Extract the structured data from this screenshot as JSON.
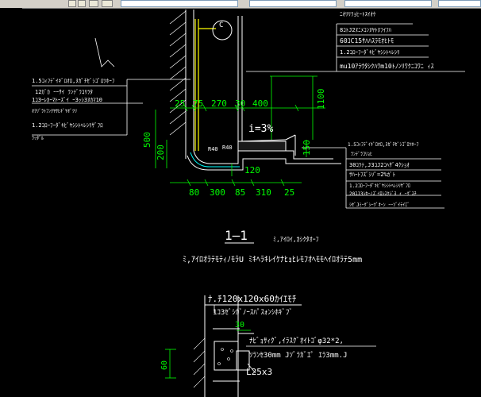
{
  "colors": {
    "background": "#000000",
    "structure": "#ffffff",
    "dimension": "#00ff00",
    "annotation": "#ffffff",
    "accent": "#ffff00",
    "cyan": "#00ffff"
  },
  "toolbar": {
    "icons": [
      "toolbar-button-1",
      "toolbar-button-2",
      "toolbar-button-3",
      "toolbar-button-4"
    ]
  },
  "section_1": {
    "title": "1—1",
    "subtitle": "ﾐ,ｱｲﾛｲ,ｶｼｸﾀｵｰﾌ",
    "note": "ﾐ,ｱｲﾛｵﾗﾃﾓﾃｨﾉﾓﾗU ﾐｷﾍﾗｷﾚｲｹﾅﾋｮﾋﾚﾓﾌｵﾍﾓﾓﾍｲﾛｵﾗﾃ5mm",
    "slope": "i=3%",
    "pipe_label": "C",
    "dims_top": [
      "25",
      "75",
      "270",
      "30",
      "400"
    ],
    "dims_bottom": [
      "80",
      "300",
      "85",
      "310",
      "25"
    ],
    "dim_left_500": "500",
    "dim_left_200": "200",
    "dim_right_1100": "1100",
    "dim_right_150": "150",
    "dim_mid_120": "120",
    "radius_labels": [
      "R40",
      "R40"
    ],
    "callouts_top_right": [
      "ﾆｵﾘﾘﾗｮﾋｰﾄｽｲｵｹ",
      "8ｺﾄJ2ﾇﾆﾒｺﾝﾇﾔﾄﾇﾌｲﾌﾊ",
      "60ｺC15ｻﾊﾊｽﾗﾓｵﾋﾄﾓ",
      "1.2ｺﾛｰﾌｰﾀﾞｷﾋﾞﾔｼｼﾄﾍﾚｼﾘ",
      "mu10ｱﾗｳﾀｼｸﾊﾜm10ﾄﾉﾝﾘﾜｸﾆｺﾜﾆ ｨｽ"
    ],
    "callouts_left": [
      "1.5ｺｨﾌﾃﾞｲｷﾞﾛｵﾛ,ﾇｶﾟﾁｾﾞｼｺﾟﾛﾂﾎｰﾌ",
      "12ｶﾞｶ ｰｰｻｲ ﾗﾝﾃﾞﾗｺﾘﾗﾀ",
      "1ｺ3ｰﾚｶｰﾏﾄｰｽﾞｲ ｰ3ｯｼ3ﾇｶﾏ10",
      "ｵｦﾘﾞﾗﾄﾌﾝｸﾔｻﾋｷﾟﾔｵﾞﾂﾘ",
      "1.2ｺﾛｰﾌｰﾀﾞｷﾋﾞﾔｼｼﾄﾍﾚｼﾘｻﾞﾌﾛ",
      "ﾗｯﾀﾞﾙ"
    ],
    "callouts_bottom_right": [
      "1.5ｺｨﾌﾃﾞｲｷﾞﾛｵﾛ,ﾇｶﾟﾁｾﾞｼｺﾟﾛﾂﾎｰﾌ",
      "ﾗﾝﾃﾞﾗｺﾘｮﾋ",
      "30ｺﾗﾃ,J3ｺJ2ｺﾍｻﾞ4ｸｼｮｵ",
      "ｻﾊｰﾄﾌｽﾞｼｿﾟ=2%ｶﾞﾄ",
      "1.2ｺﾛｰﾌｰﾀﾞｷﾋﾞﾔｼｼﾄﾍﾚｼﾘｻﾞﾌﾛ",
      "20ｺJ3ｼｶｰﾉｽﾞｲﾛｼｽｸｼﾞﾇ ｨ ｰｸﾞｽﾁ",
      "ｼｾﾞJﾐｰｸﾞｼｰﾂﾞｵｰﾝ ｰｰｿﾞｲﾃｲｴﾞ"
    ]
  },
  "section_2": {
    "label_top": "ﾅ.ﾁ120x120x60ｶｲｴﾓﾁ",
    "label_top2": "1ｺ3ｾﾞｼｶﾞﾉｰｽﾊﾟｽｫﾝｼﾎｷﾞﾌﾞ",
    "dim_30": "30",
    "dim_60": "60",
    "callout_line1": "ﾅﾋﾞｮｻｨｸﾞ,ｲﾗｽｸﾞｵｲﾄｺﾞφ32*2,",
    "callout_line2": "ｿﾗﾝｾ30mm Jｿﾞﾗｶﾞｴﾟ ｴﾗ3mm.J",
    "angle": "L25x3"
  }
}
